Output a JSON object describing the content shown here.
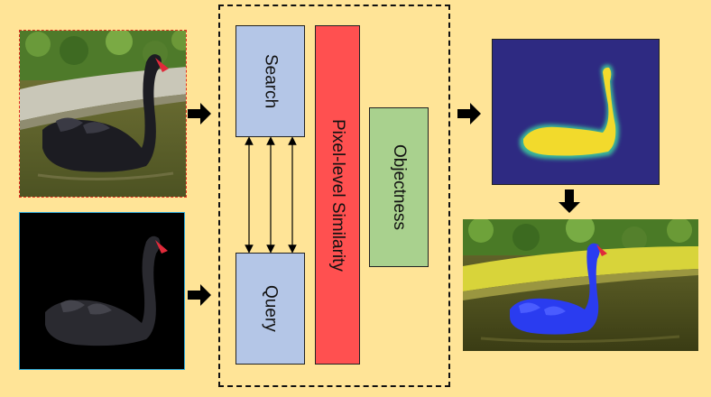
{
  "blocks": {
    "search": "Search",
    "query": "Query",
    "pixel_similarity": "Pixel-level Similarity",
    "objectness": "Objectness"
  },
  "colors": {
    "background": "#ffe497",
    "search_query_fill": "#b4c6e7",
    "similarity_fill": "#ff5050",
    "objectness_fill": "#a9d18e",
    "heatmap_bg": "#2e2a82",
    "heatmap_fg": "#f2da2c",
    "segmentation_overlay": "#2a3cf0"
  },
  "images": {
    "search_frame": "swan-on-water-photo",
    "query_mask": "swan-on-black-background",
    "objectness_map": "swan-heatmap",
    "result": "swan-segmented-blue-overlay"
  }
}
